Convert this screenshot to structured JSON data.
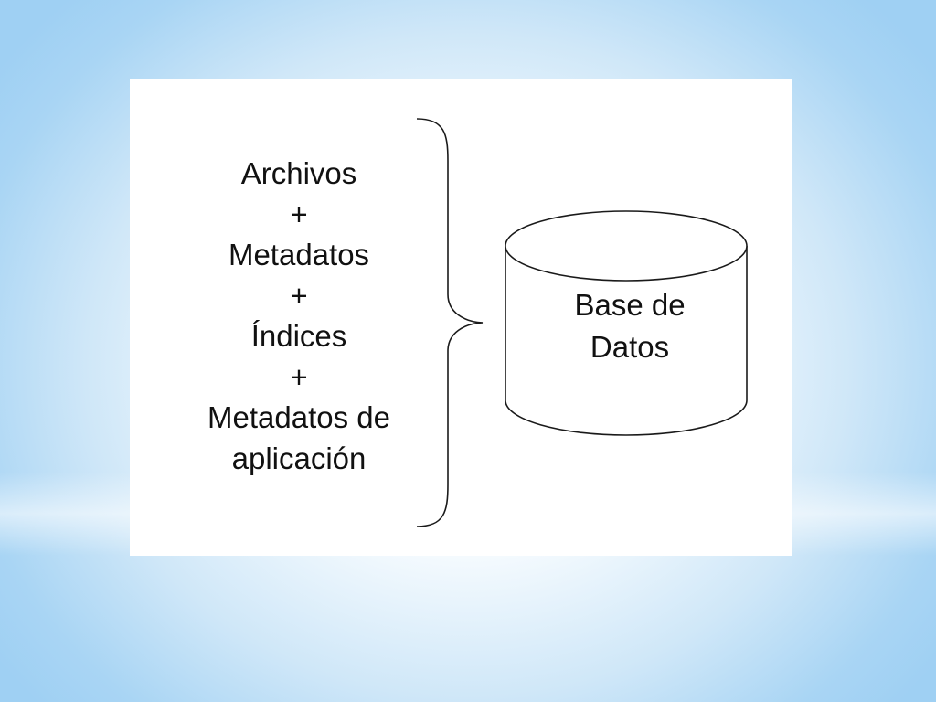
{
  "slide": {
    "background": {
      "center_color": "#ffffff",
      "edge_color": "#9fd0f3"
    },
    "panel_color": "#ffffff",
    "components": {
      "item1": "Archivos",
      "plus1": "+",
      "item2": "Metadatos",
      "plus2": "+",
      "item3": "Índices",
      "plus3": "+",
      "item4_line1": "Metadatos de",
      "item4_line2": "aplicación"
    },
    "database": {
      "label_line1": "Base de",
      "label_line2": "Datos",
      "shape": "cylinder-icon"
    },
    "connector": "right-brace"
  }
}
